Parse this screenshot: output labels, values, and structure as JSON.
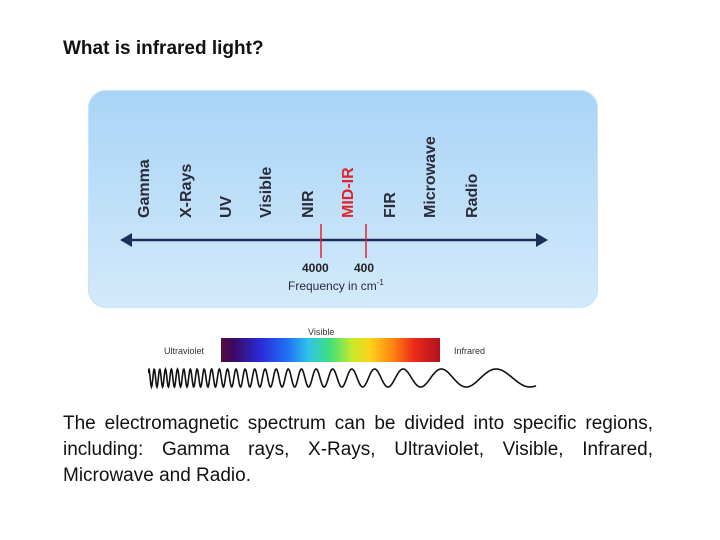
{
  "title": "What is infrared light?",
  "regions": [
    {
      "label": "Gamma",
      "color": "#2b2b3a"
    },
    {
      "label": "X-Rays",
      "color": "#2b2b3a"
    },
    {
      "label": "UV",
      "color": "#2b2b3a"
    },
    {
      "label": "Visible",
      "color": "#2b2b3a"
    },
    {
      "label": "NIR",
      "color": "#2b2b3a"
    },
    {
      "label": "MID-IR",
      "color": "#e0242e"
    },
    {
      "label": "FIR",
      "color": "#2b2b3a"
    },
    {
      "label": "Microwave",
      "color": "#2b2b3a"
    },
    {
      "label": "Radio",
      "color": "#2b2b3a"
    }
  ],
  "axis": {
    "ticks": [
      "4000",
      "400"
    ],
    "label": "Frequency in cm",
    "label_exponent": "-1",
    "tick_color": "#e0242e",
    "line_color": "#1f2e5a"
  },
  "spectrum": {
    "left_label": "Ultraviolet",
    "center_label": "Visible",
    "right_label": "Infrared"
  },
  "caption": "The electromagnetic spectrum can be divided into specific regions, including: Gamma rays, X-Rays, Ultraviolet, Visible, Infrared, Microwave and Radio."
}
